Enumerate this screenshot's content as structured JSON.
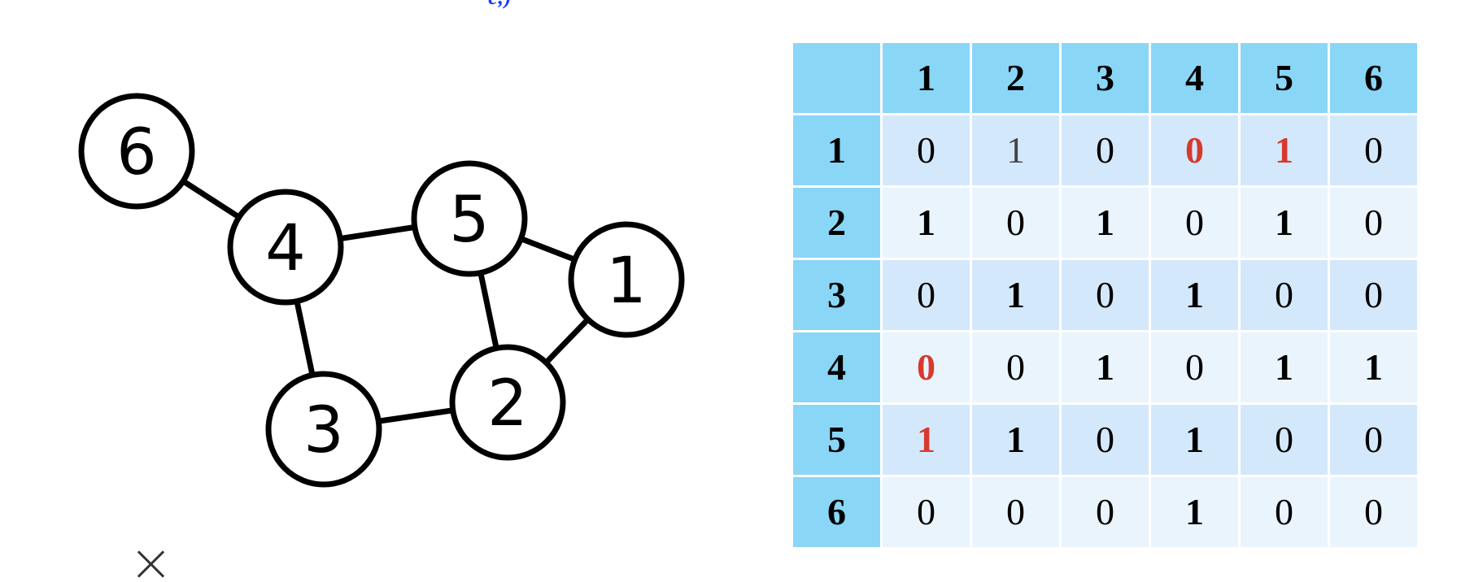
{
  "graph": {
    "nodes": [
      {
        "id": "1",
        "label": "1"
      },
      {
        "id": "2",
        "label": "2"
      },
      {
        "id": "3",
        "label": "3"
      },
      {
        "id": "4",
        "label": "4"
      },
      {
        "id": "5",
        "label": "5"
      },
      {
        "id": "6",
        "label": "6"
      }
    ],
    "edges": [
      [
        "6",
        "4"
      ],
      [
        "4",
        "5"
      ],
      [
        "4",
        "3"
      ],
      [
        "5",
        "1"
      ],
      [
        "5",
        "2"
      ],
      [
        "1",
        "2"
      ],
      [
        "3",
        "2"
      ]
    ]
  },
  "matrix": {
    "col_headers": [
      "1",
      "2",
      "3",
      "4",
      "5",
      "6"
    ],
    "rows": [
      {
        "header": "1",
        "cells": [
          "0",
          "1",
          "0",
          "0",
          "1",
          "0"
        ]
      },
      {
        "header": "2",
        "cells": [
          "1",
          "0",
          "1",
          "0",
          "1",
          "0"
        ]
      },
      {
        "header": "3",
        "cells": [
          "0",
          "1",
          "0",
          "1",
          "0",
          "0"
        ]
      },
      {
        "header": "4",
        "cells": [
          "0",
          "0",
          "1",
          "0",
          "1",
          "1"
        ]
      },
      {
        "header": "5",
        "cells": [
          "1",
          "1",
          "0",
          "1",
          "0",
          "0"
        ]
      },
      {
        "header": "6",
        "cells": [
          "0",
          "0",
          "0",
          "1",
          "0",
          "0"
        ]
      }
    ],
    "highlight_color": "#d63a2e"
  }
}
